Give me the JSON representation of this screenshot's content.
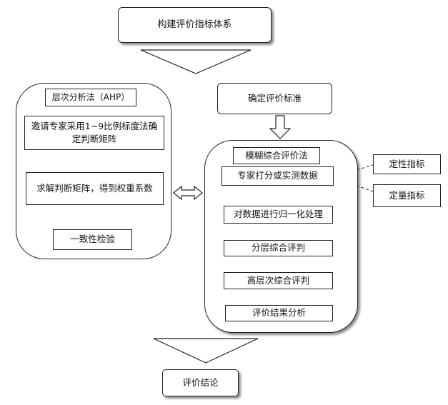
{
  "top": {
    "title": "构建评价指标体系"
  },
  "ahp": {
    "title": "层次分析法（AHP）",
    "step1": "邀请专家采用1~9比例标度法确定判断矩阵",
    "step2": "求解判断矩阵，得到权重系数",
    "step3": "一致性检验"
  },
  "criteria": {
    "title": "确定评价标准"
  },
  "fuzzy": {
    "title": "模糊综合评价法",
    "step1": "专家打分或实测数据",
    "step2": "对数据进行归一化处理",
    "step3": "分层综合评判",
    "step4": "高层次综合评判",
    "step5": "评价结果分析"
  },
  "side": {
    "qualitative": "定性指标",
    "quantitative": "定量指标"
  },
  "bottom": {
    "conclusion": "评价结论"
  }
}
